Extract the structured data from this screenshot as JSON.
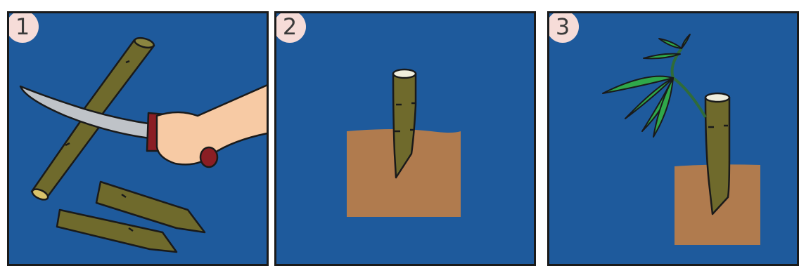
{
  "colors": {
    "background": "#1e5a9c",
    "soil": "#b07b4e",
    "stem": "#6f6a2c",
    "stem_highlight": "#8a8540",
    "outline": "#1a1a1a",
    "leaf": "#2fa84a",
    "blade": "#bfc3c8",
    "handle": "#8a1e24",
    "skin": "#f7caa4",
    "badge": "#f6dcd8"
  },
  "steps": [
    {
      "number": "1",
      "icons": [
        "knife-icon",
        "hand-icon",
        "stem-cutting-icon"
      ]
    },
    {
      "number": "2",
      "icons": [
        "planted-cutting-icon",
        "soil-icon"
      ]
    },
    {
      "number": "3",
      "icons": [
        "sprouting-cutting-icon",
        "leaves-icon",
        "soil-icon"
      ]
    }
  ]
}
